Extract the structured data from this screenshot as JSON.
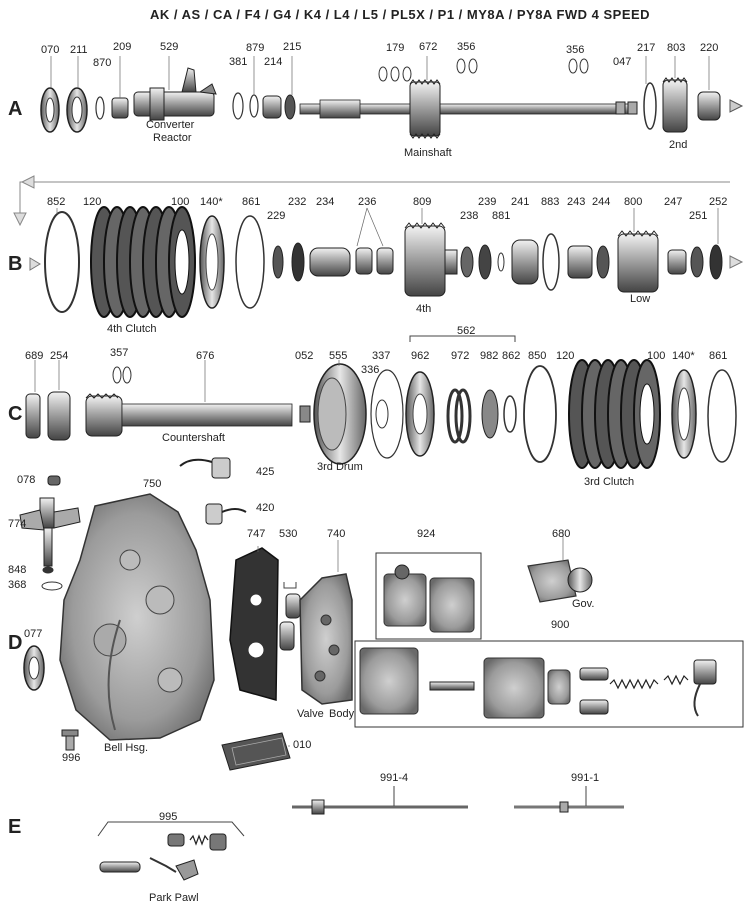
{
  "header": {
    "title": "AK / AS / CA / F4 / G4 / K4 / L4 / L5 / PL5X / P1 / MY8A  / PY8A    FWD 4  SPEED"
  },
  "rows": {
    "a": "A",
    "b": "B",
    "c": "C",
    "d": "D",
    "e": "E"
  },
  "row_a": {
    "n070": "070",
    "n211": "211",
    "n870": "870",
    "n209": "209",
    "n529": "529",
    "n381": "381",
    "n879": "879",
    "n214": "214",
    "n215": "215",
    "n179": "179",
    "n672": "672",
    "n356a": "356",
    "n356b": "356",
    "n047": "047",
    "n217": "217",
    "n803": "803",
    "n220": "220",
    "converter": "Converter",
    "reactor": "Reactor",
    "mainshaft": "Mainshaft",
    "second": "2nd"
  },
  "row_b": {
    "n852": "852",
    "n120": "120",
    "n100": "100",
    "n140": "140*",
    "n861": "861",
    "n229": "229",
    "n232": "232",
    "n234": "234",
    "n236": "236",
    "n809": "809",
    "n238": "238",
    "n239": "239",
    "n881": "881",
    "n241": "241",
    "n883": "883",
    "n243": "243",
    "n244": "244",
    "n800": "800",
    "n247": "247",
    "n251": "251",
    "n252": "252",
    "fourth_clutch": "4th Clutch",
    "fourth": "4th",
    "low": "Low"
  },
  "row_c": {
    "n689": "689",
    "n254": "254",
    "n357": "357",
    "n676": "676",
    "n052": "052",
    "n555": "555",
    "n337": "337",
    "n336": "336",
    "n562": "562",
    "n962": "962",
    "n972": "972",
    "n982": "982",
    "n862": "862",
    "n850": "850",
    "n120": "120",
    "n100": "100",
    "n140": "140*",
    "n861": "861",
    "countershaft": "Countershaft",
    "third_drum": "3rd Drum",
    "third_clutch": "3rd Clutch"
  },
  "row_d": {
    "n078": "078",
    "n750": "750",
    "n425": "425",
    "n420": "420",
    "n774": "774",
    "n848": "848",
    "n368": "368",
    "n747": "747",
    "n530": "530",
    "n740": "740",
    "n924": "924",
    "n680": "680",
    "n900": "900",
    "n077": "077",
    "n996": "996",
    "n010": "010",
    "gov": "Gov.",
    "valve": "Valve",
    "body": "Body",
    "bell": "Bell Hsg."
  },
  "row_e": {
    "n991_4": "991-4",
    "n991_1": "991-1",
    "n995": "995",
    "park_pawl": "Park Pawl"
  }
}
